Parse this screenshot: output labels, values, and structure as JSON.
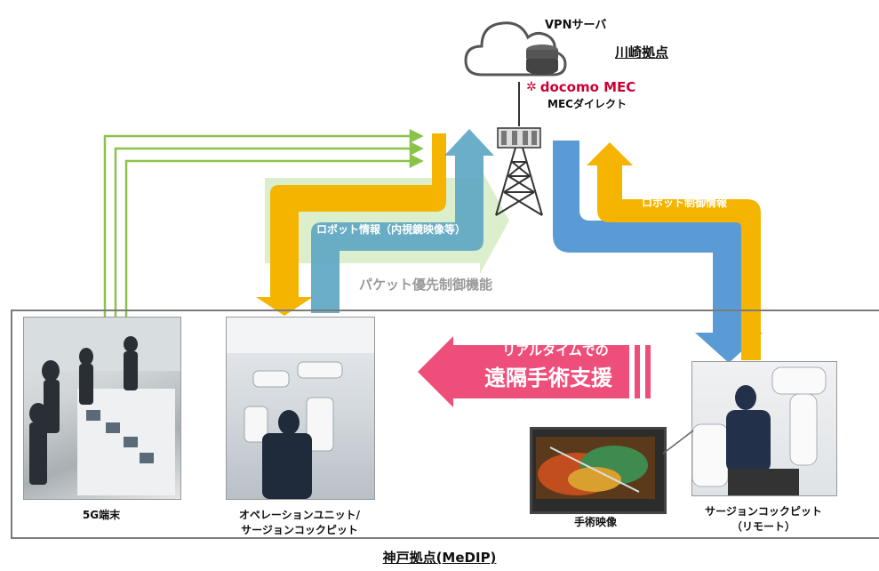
{
  "cloud": {
    "vpn_label": "VPNサーバ",
    "site_label": "川崎拠点",
    "mec_brand": "docomo MEC",
    "mec_direct_label": "MECダイレクト"
  },
  "arrows": {
    "robot_info_label": "ロボット情報（内視鏡映像等）",
    "robot_control_label": "ロボット制御情報",
    "packet_priority_label": "パケット優先制御機能"
  },
  "kobe": {
    "site_label": "神戸拠点(MeDIP)",
    "realtime_line1": "リアルタイムでの",
    "realtime_line2": "遠隔手術支援",
    "captions": {
      "terminal": "5G端末",
      "operation_unit_line1": "オペレーションユニット/",
      "operation_unit_line2": "サージョンコックピット",
      "surgery_video": "手術映像",
      "cockpit_line1": "サージョンコックピット",
      "cockpit_line2": "（リモート）"
    }
  },
  "colors": {
    "green": "#8bc34a",
    "yellow": "#f5b400",
    "blue": "#5b9bd5",
    "teal": "#6aa6a2",
    "pink": "#ee4e7a",
    "light_green": "#d6ecc4",
    "docomo_red": "#cc0033"
  }
}
